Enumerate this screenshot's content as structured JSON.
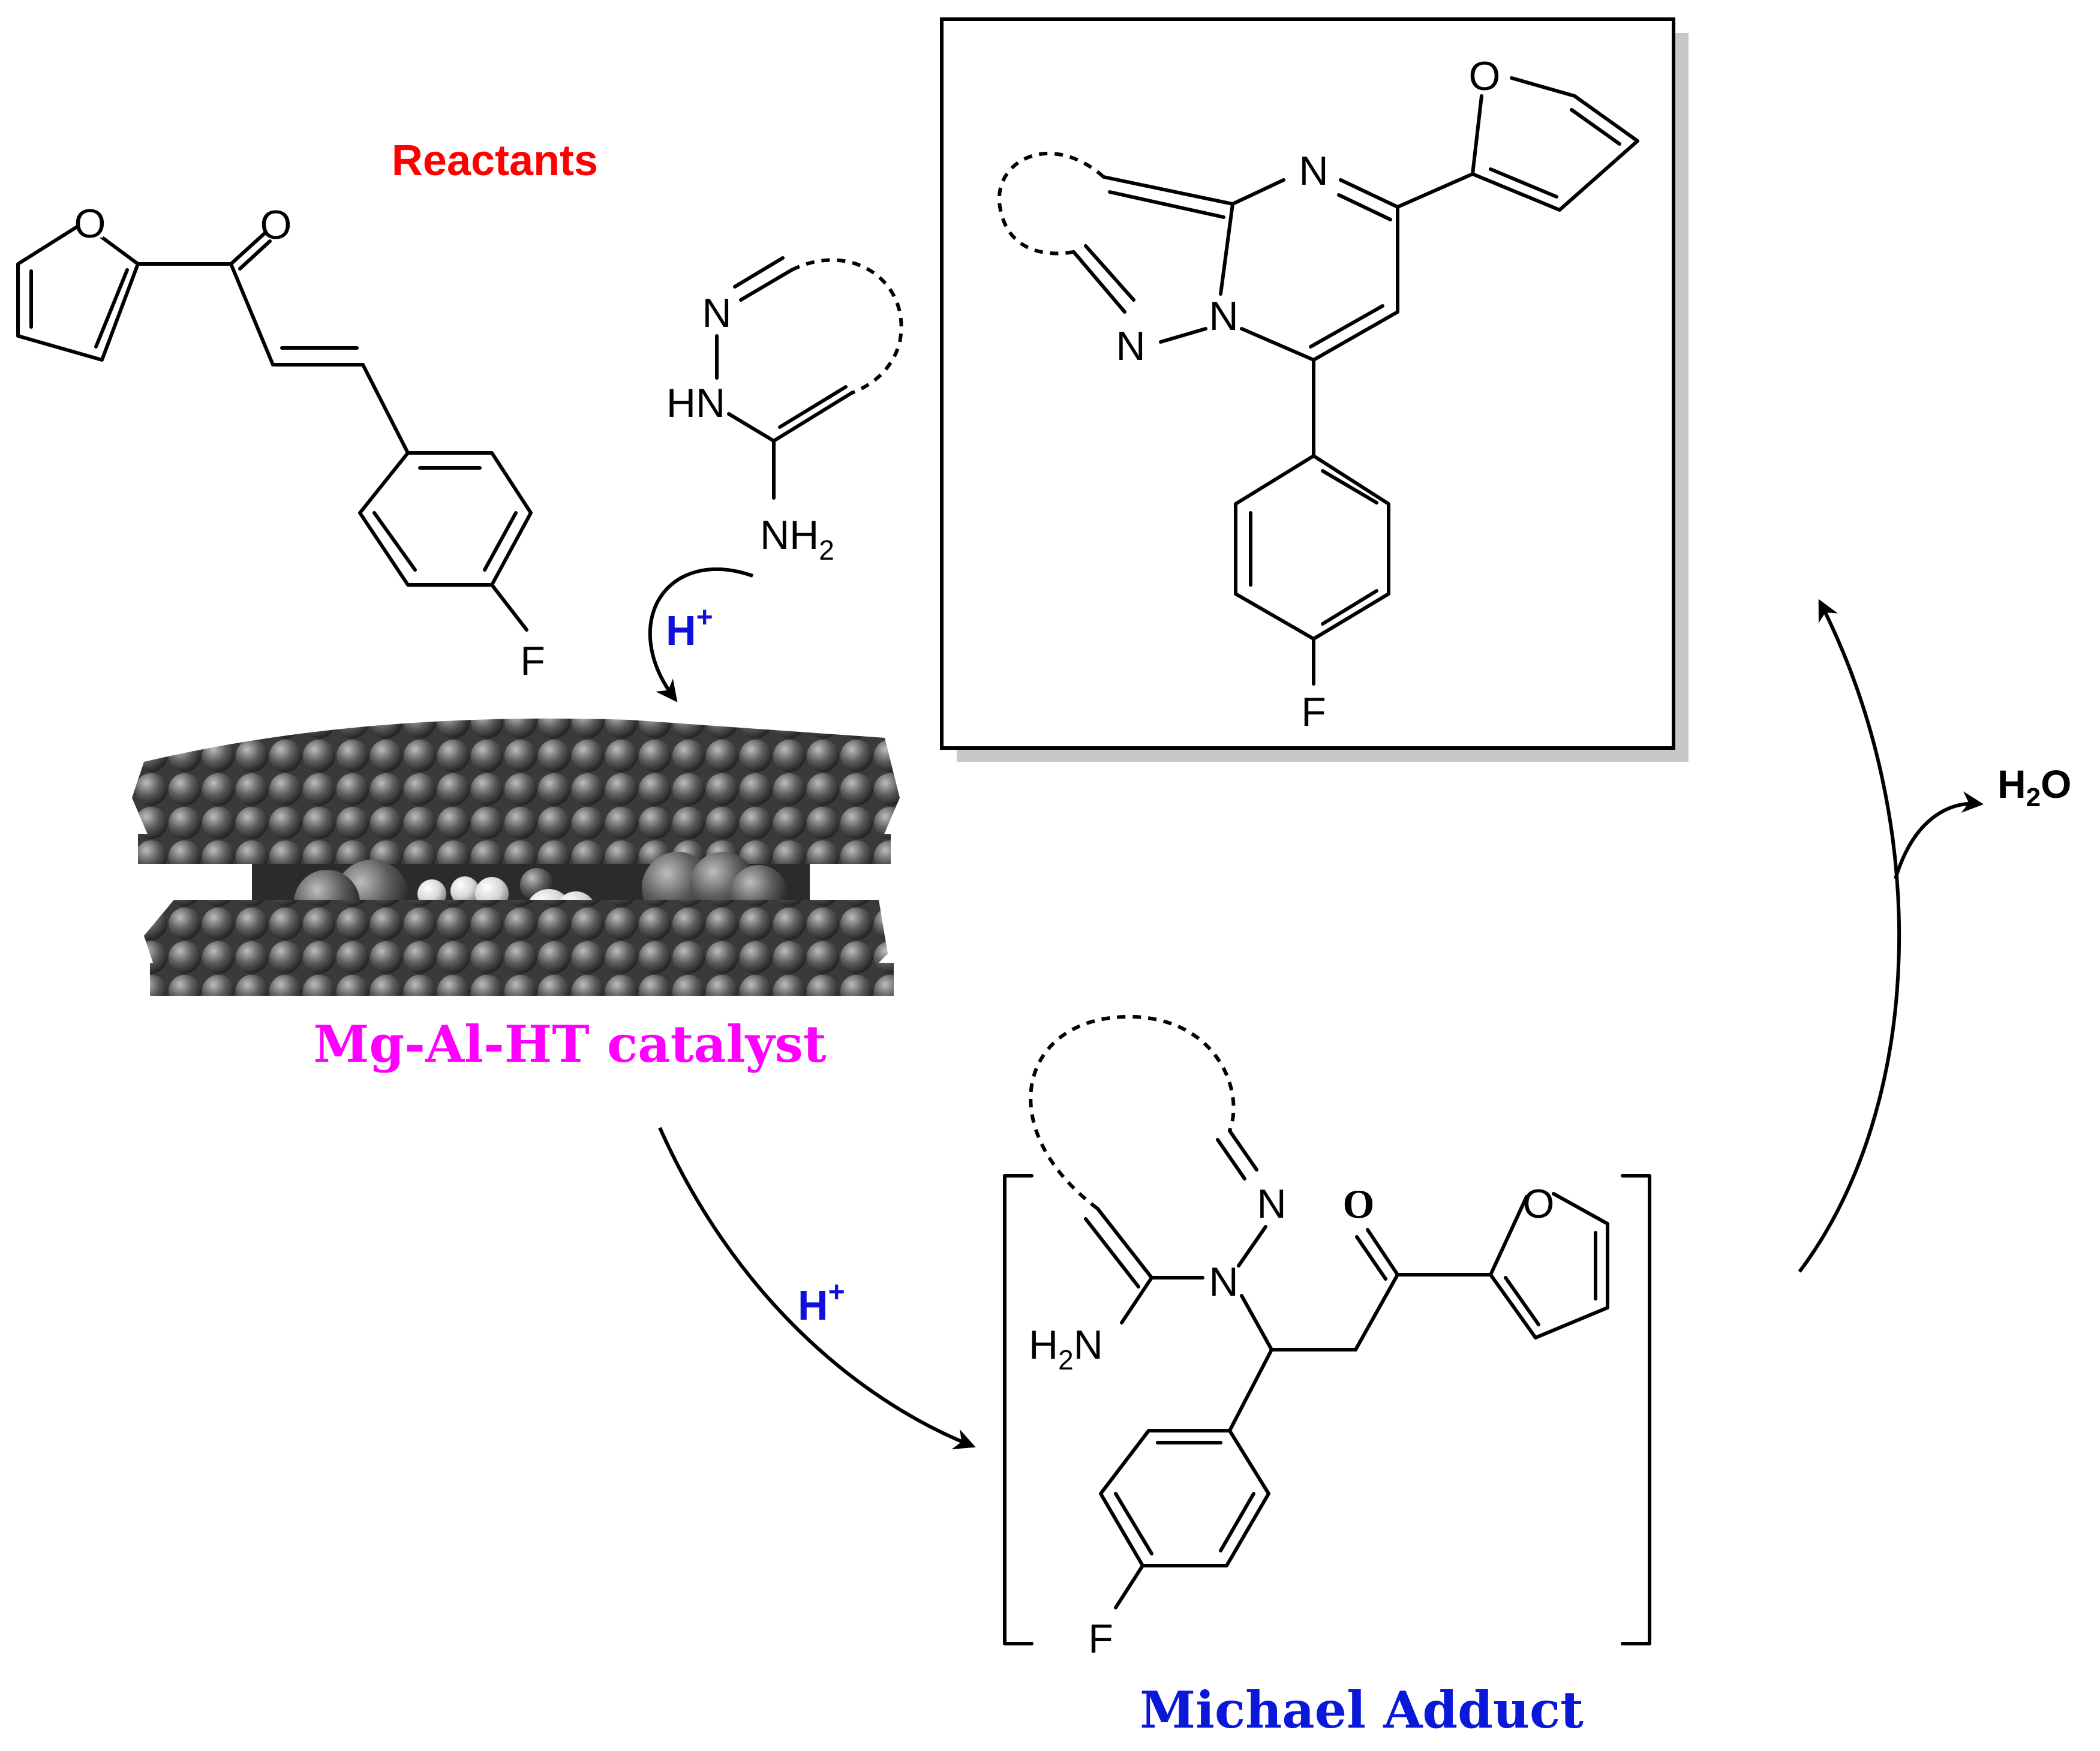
{
  "labels": {
    "reactants": "Reactants",
    "catalyst": "Mg-Al-HT catalyst",
    "michael_adduct": "Michael Adduct",
    "proton_top": "H",
    "proton_bottom": "H",
    "proton_charge": "+",
    "water_h": "H",
    "water_sub": "2",
    "water_o": "O"
  },
  "atoms": {
    "oxygen": "O",
    "nitrogen": "N",
    "fluorine": "F",
    "nh": "HN",
    "nh2_main": "NH",
    "h2n_main": "H",
    "h2n_tail": "N",
    "sub2": "2"
  },
  "colors": {
    "reactants": "#ff0000",
    "catalyst": "#ff00ff",
    "michael_adduct": "#0a18d8",
    "proton": "#1010dd",
    "product_box_shadow": "#c8c8c8"
  }
}
